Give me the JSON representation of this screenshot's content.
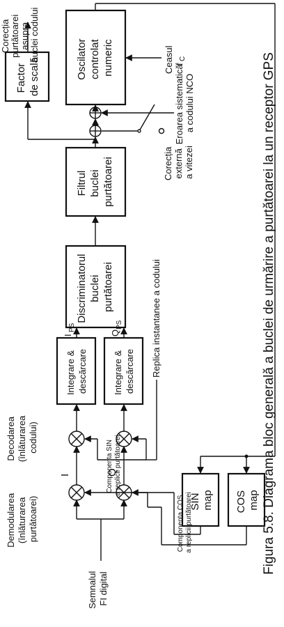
{
  "caption": "Figura 5.8. Diagrama bloc generală a buclei de urmărire a purtătoarei la un receptor GPS",
  "blocks": {
    "nco": [
      "Oscilator",
      "controlat",
      "numeric"
    ],
    "scale_factor": [
      "Factor",
      "de scală"
    ],
    "loop_filter": [
      "Filtrul",
      "buclei",
      "purtătoarei"
    ],
    "discriminator": [
      "Discriminatorul",
      "buclei",
      "purtătoarei"
    ],
    "integrate_i": [
      "Integrare &",
      "descărcare"
    ],
    "integrate_q": [
      "Integrare &",
      "descărcare"
    ],
    "sin_map": [
      "SIN",
      "map"
    ],
    "cos_map": [
      "COS",
      "map"
    ]
  },
  "labels": {
    "input_signal": [
      "Semnalul",
      "FI digital"
    ],
    "demodulation": [
      "Demodularea",
      "(înlăturarea",
      "purtătoarei)"
    ],
    "decoding": [
      "Decodarea",
      "(înlăturarea",
      "codului)"
    ],
    "i_branch": "I",
    "q_branch": "Q",
    "sin_component": [
      "Componenta SIN",
      "a replicii purtătoarei"
    ],
    "cos_component": [
      "Componenta COS",
      "a replicii purtătoarei"
    ],
    "code_replica": "Replica instantanee a codului",
    "ips": "I",
    "ips_sub": "PS",
    "qps": "Q",
    "qps_sub": "PS",
    "carrier_aiding": [
      "Corecția",
      "purtătoarei",
      "asupra",
      "buclei codului"
    ],
    "clock": "Ceasul",
    "clock_f": "f",
    "clock_sub": "C",
    "nco_bias": [
      "Eroarea sistematică",
      "a codului NCO"
    ],
    "velocity_aiding": [
      "Corecția",
      "externă",
      "a vitezei"
    ]
  }
}
